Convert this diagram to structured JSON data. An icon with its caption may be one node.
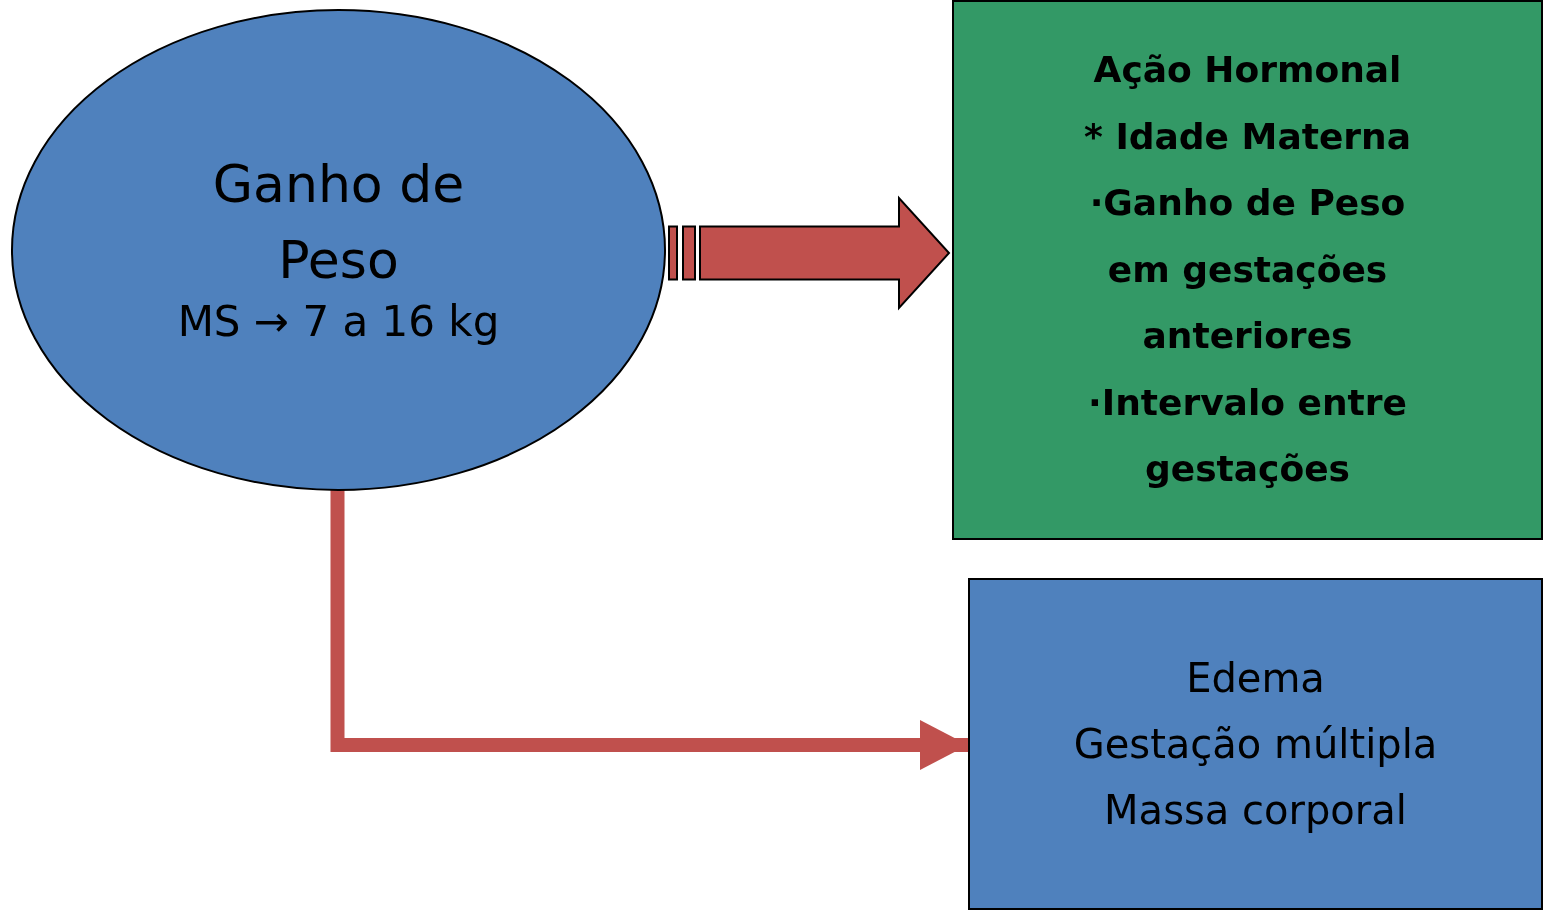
{
  "diagram": {
    "nodes": [
      {
        "text": [
          "Ganho de Peso",
          "MS → 7 a 16 kg"
        ]
      },
      {
        "text": [
          "Ação Hormonal",
          "* Idade Materna",
          "·Ganho de Peso em gestações anteriores",
          "·Intervalo entre gestações"
        ]
      },
      {
        "text": [
          "Edema",
          "Gestação múltipla",
          "Massa corporal"
        ]
      }
    ],
    "edges": [
      {
        "from": 0,
        "to": 1,
        "arrow": "to"
      },
      {
        "from": 0,
        "to": 2,
        "arrow": "to"
      }
    ]
  }
}
